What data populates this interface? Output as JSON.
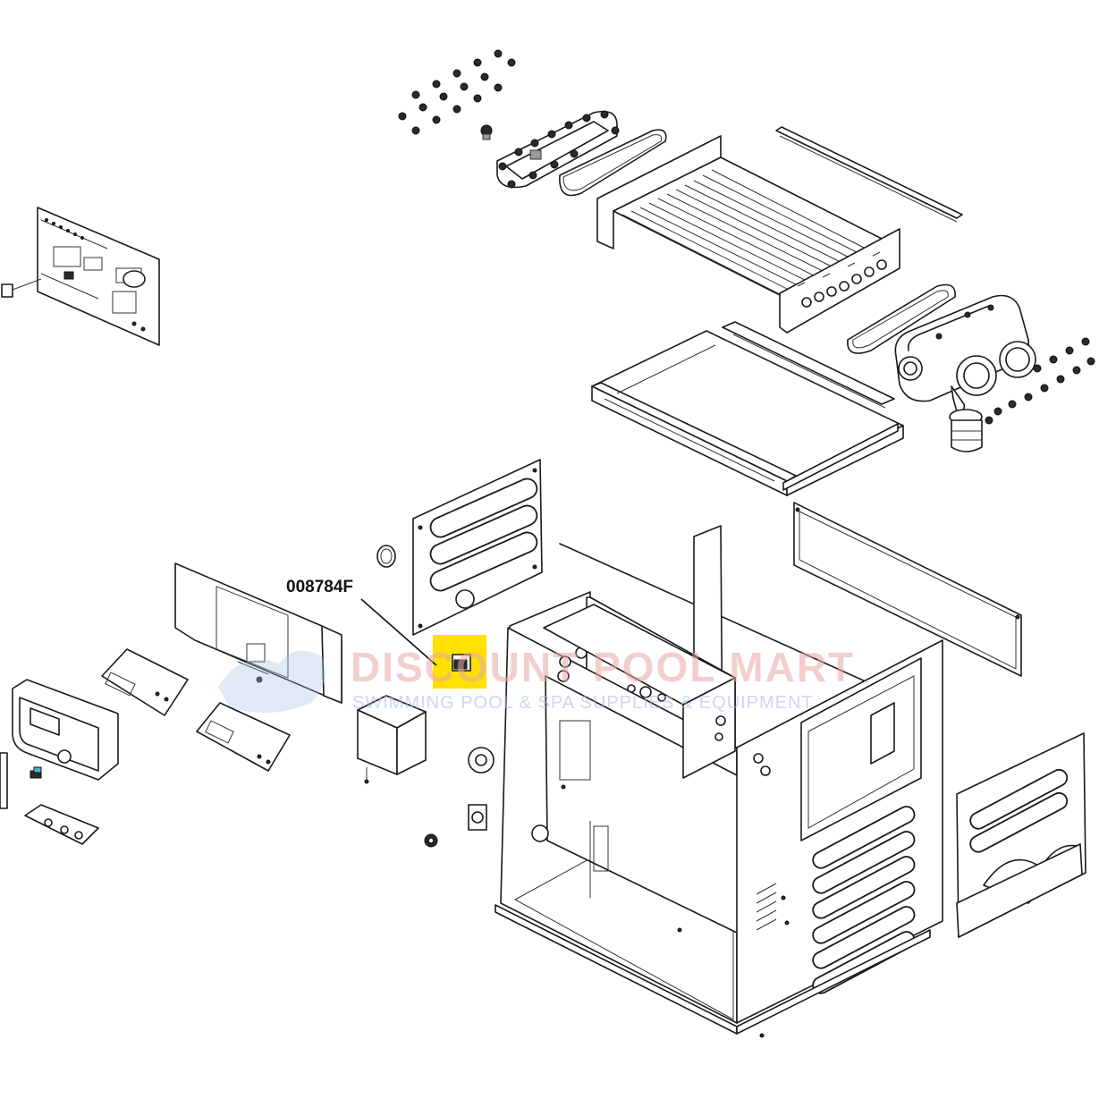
{
  "diagram": {
    "part_label": "008784F",
    "highlight_color": "#ffe100",
    "watermark": {
      "brand": "DISCOUNT POOL MART",
      "tagline": "SWIMMING POOL & SPA SUPPLIES & EQUIPMENT",
      "brand_color": "#e9a7a4",
      "tagline_color": "#a9bfe0"
    }
  }
}
